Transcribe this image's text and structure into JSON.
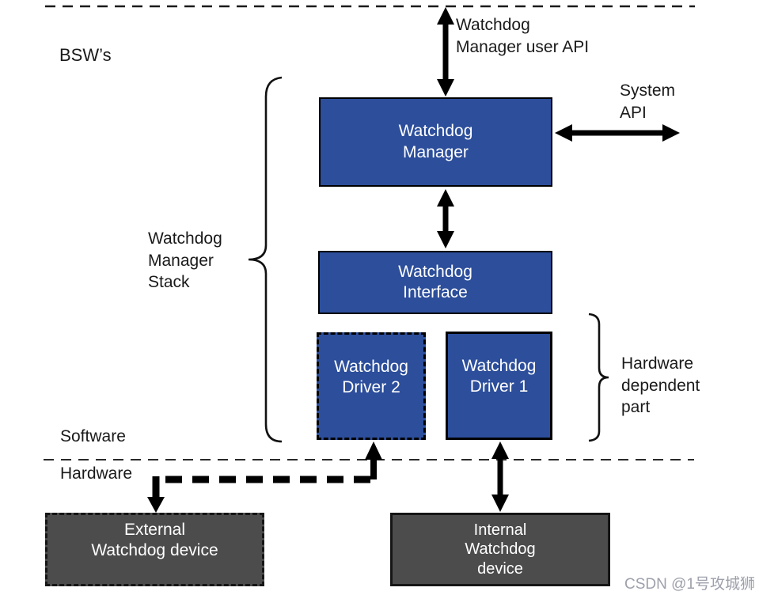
{
  "colors": {
    "box_blue": "#2C4E9B",
    "box_gray": "#4C4C4C",
    "line_black": "#111111",
    "watermark_gray": "#9EA0AB"
  },
  "labels": {
    "bsw": "BSW’s",
    "software": "Software",
    "hardware": "Hardware",
    "watchdog_manager_user_api": [
      "Watchdog",
      "Manager user API"
    ],
    "system_api": [
      "System",
      "API"
    ],
    "watchdog_manager_stack": [
      "Watchdog",
      "Manager",
      "Stack"
    ],
    "hardware_dependent_part": [
      "Hardware",
      "dependent",
      "part"
    ]
  },
  "boxes": {
    "manager": [
      "Watchdog",
      "Manager"
    ],
    "interface": [
      "Watchdog",
      "Interface"
    ],
    "driver2": [
      "Watchdog",
      "Driver 2"
    ],
    "driver1": [
      "Watchdog",
      "Driver 1"
    ],
    "external_device": [
      "External",
      "Watchdog device"
    ],
    "internal_device": [
      "Internal",
      "Watchdog",
      "device"
    ]
  },
  "watermark": "CSDN @1号攻城狮"
}
